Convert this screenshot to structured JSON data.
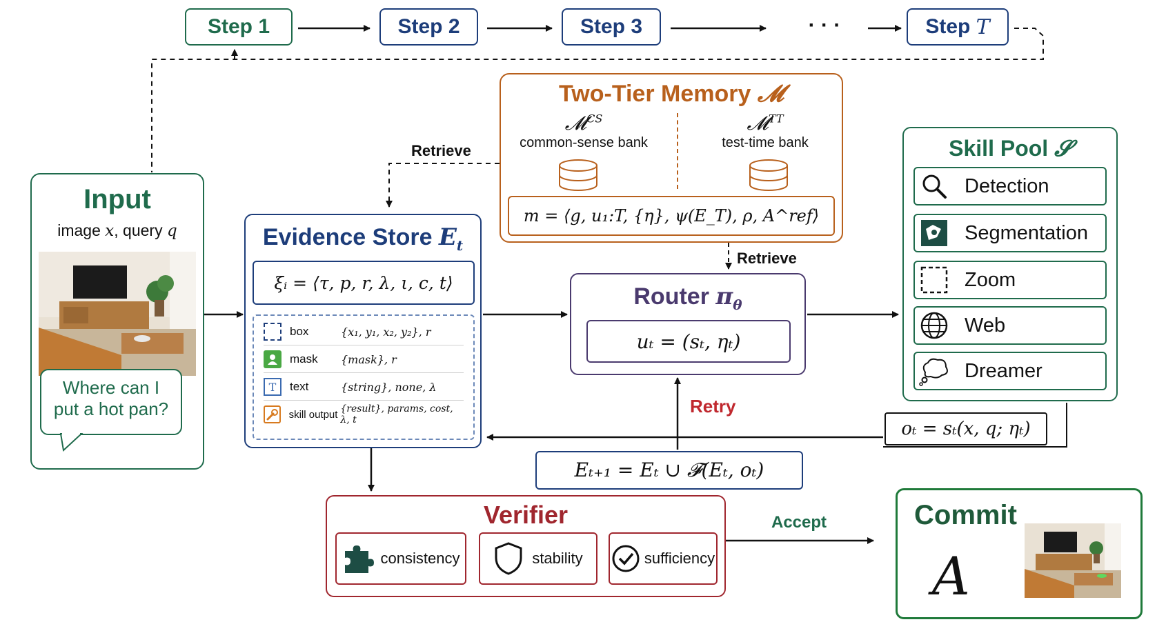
{
  "steps": [
    "Step 1",
    "Step 2",
    "Step 3",
    "Step",
    "T"
  ],
  "ellipsis": "· · ·",
  "input": {
    "title": "Input",
    "subtitle_pre": "image",
    "subtitle_x": "x",
    "subtitle_mid": ", query",
    "subtitle_q": "q",
    "question_line1": "Where can I",
    "question_line2": "put a hot pan?"
  },
  "memory": {
    "title": "Two-Tier Memory",
    "symbol": "𝓜",
    "cs_symbol": "𝓜",
    "cs_sup": "CS",
    "cs_label": "common-sense bank",
    "tt_symbol": "𝓜",
    "tt_sup": "TT",
    "tt_label": "test-time bank",
    "formula": "m = ⟨g, u₁:T, {η}, ψ(E_T), ρ, A^ref⟩"
  },
  "retrieve_left": "Retrieve",
  "retrieve_right": "Retrieve",
  "evidence": {
    "title": "Evidence Store",
    "symbol": "E",
    "symbol_sub": "t",
    "formula": "ξᵢ = ⟨τ, p, r, λ, ι, c, t⟩",
    "rows": [
      {
        "name": "box",
        "value": "{x₁, y₁, x₂, y₂}, r"
      },
      {
        "name": "mask",
        "value": "{mask}, r"
      },
      {
        "name": "text",
        "value": "{string}, none, λ"
      },
      {
        "name": "skill output",
        "value": "{result}, params, cost, λ, t"
      }
    ]
  },
  "router": {
    "title": "Router",
    "symbol": "π",
    "symbol_sub": "θ",
    "formula": "uₜ = (sₜ, ηₜ)"
  },
  "skill_pool": {
    "title": "Skill Pool",
    "symbol": "𝓢",
    "skills": [
      "Detection",
      "Segmentation",
      "Zoom",
      "Web",
      "Dreamer"
    ]
  },
  "observation_formula": "oₜ = sₜ(x, q; ηₜ)",
  "update_formula": "Eₜ₊₁ = Eₜ ∪ 𝓕(Eₜ, oₜ)",
  "retry_label": "Retry",
  "verifier": {
    "title": "Verifier",
    "checks": [
      "consistency",
      "stability",
      "sufficiency"
    ]
  },
  "accept_label": "Accept",
  "commit": {
    "title": "Commit",
    "answer": "A"
  },
  "colors": {
    "green": "#1f6b4c",
    "blue": "#1d3d7a",
    "orange": "#b8601c",
    "purple": "#4a3a6e",
    "red": "#a0262e"
  }
}
